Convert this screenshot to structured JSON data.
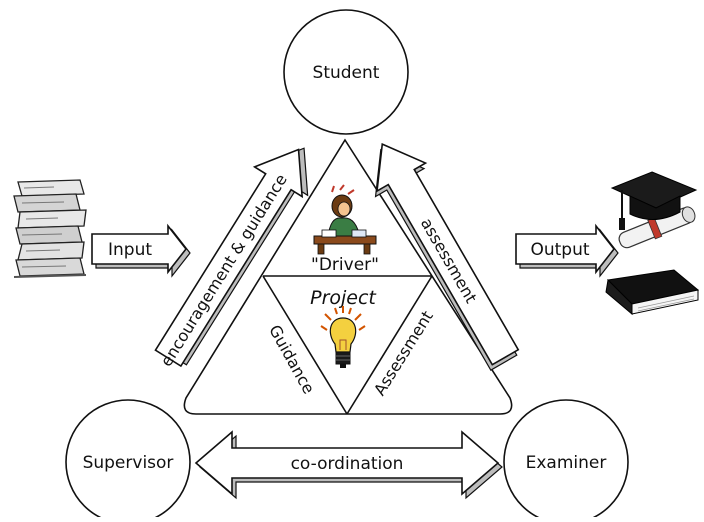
{
  "nodes": {
    "student": "Student",
    "supervisor": "Supervisor",
    "examiner": "Examiner"
  },
  "arrows": {
    "input": "Input",
    "output": "Output",
    "encouragement": "encouragement & guidance",
    "assessment": "assessment",
    "coordination": "co-ordination"
  },
  "triangle": {
    "driver": "\"Driver\"",
    "project": "Project",
    "guidance": "Guidance",
    "assessment": "Assessment"
  },
  "icons": {
    "books": "stack-of-books-icon",
    "graduation": "graduation-cap-diploma-icon",
    "book": "closed-book-icon",
    "driver": "person-at-desk-icon",
    "project": "light-bulb-icon"
  }
}
